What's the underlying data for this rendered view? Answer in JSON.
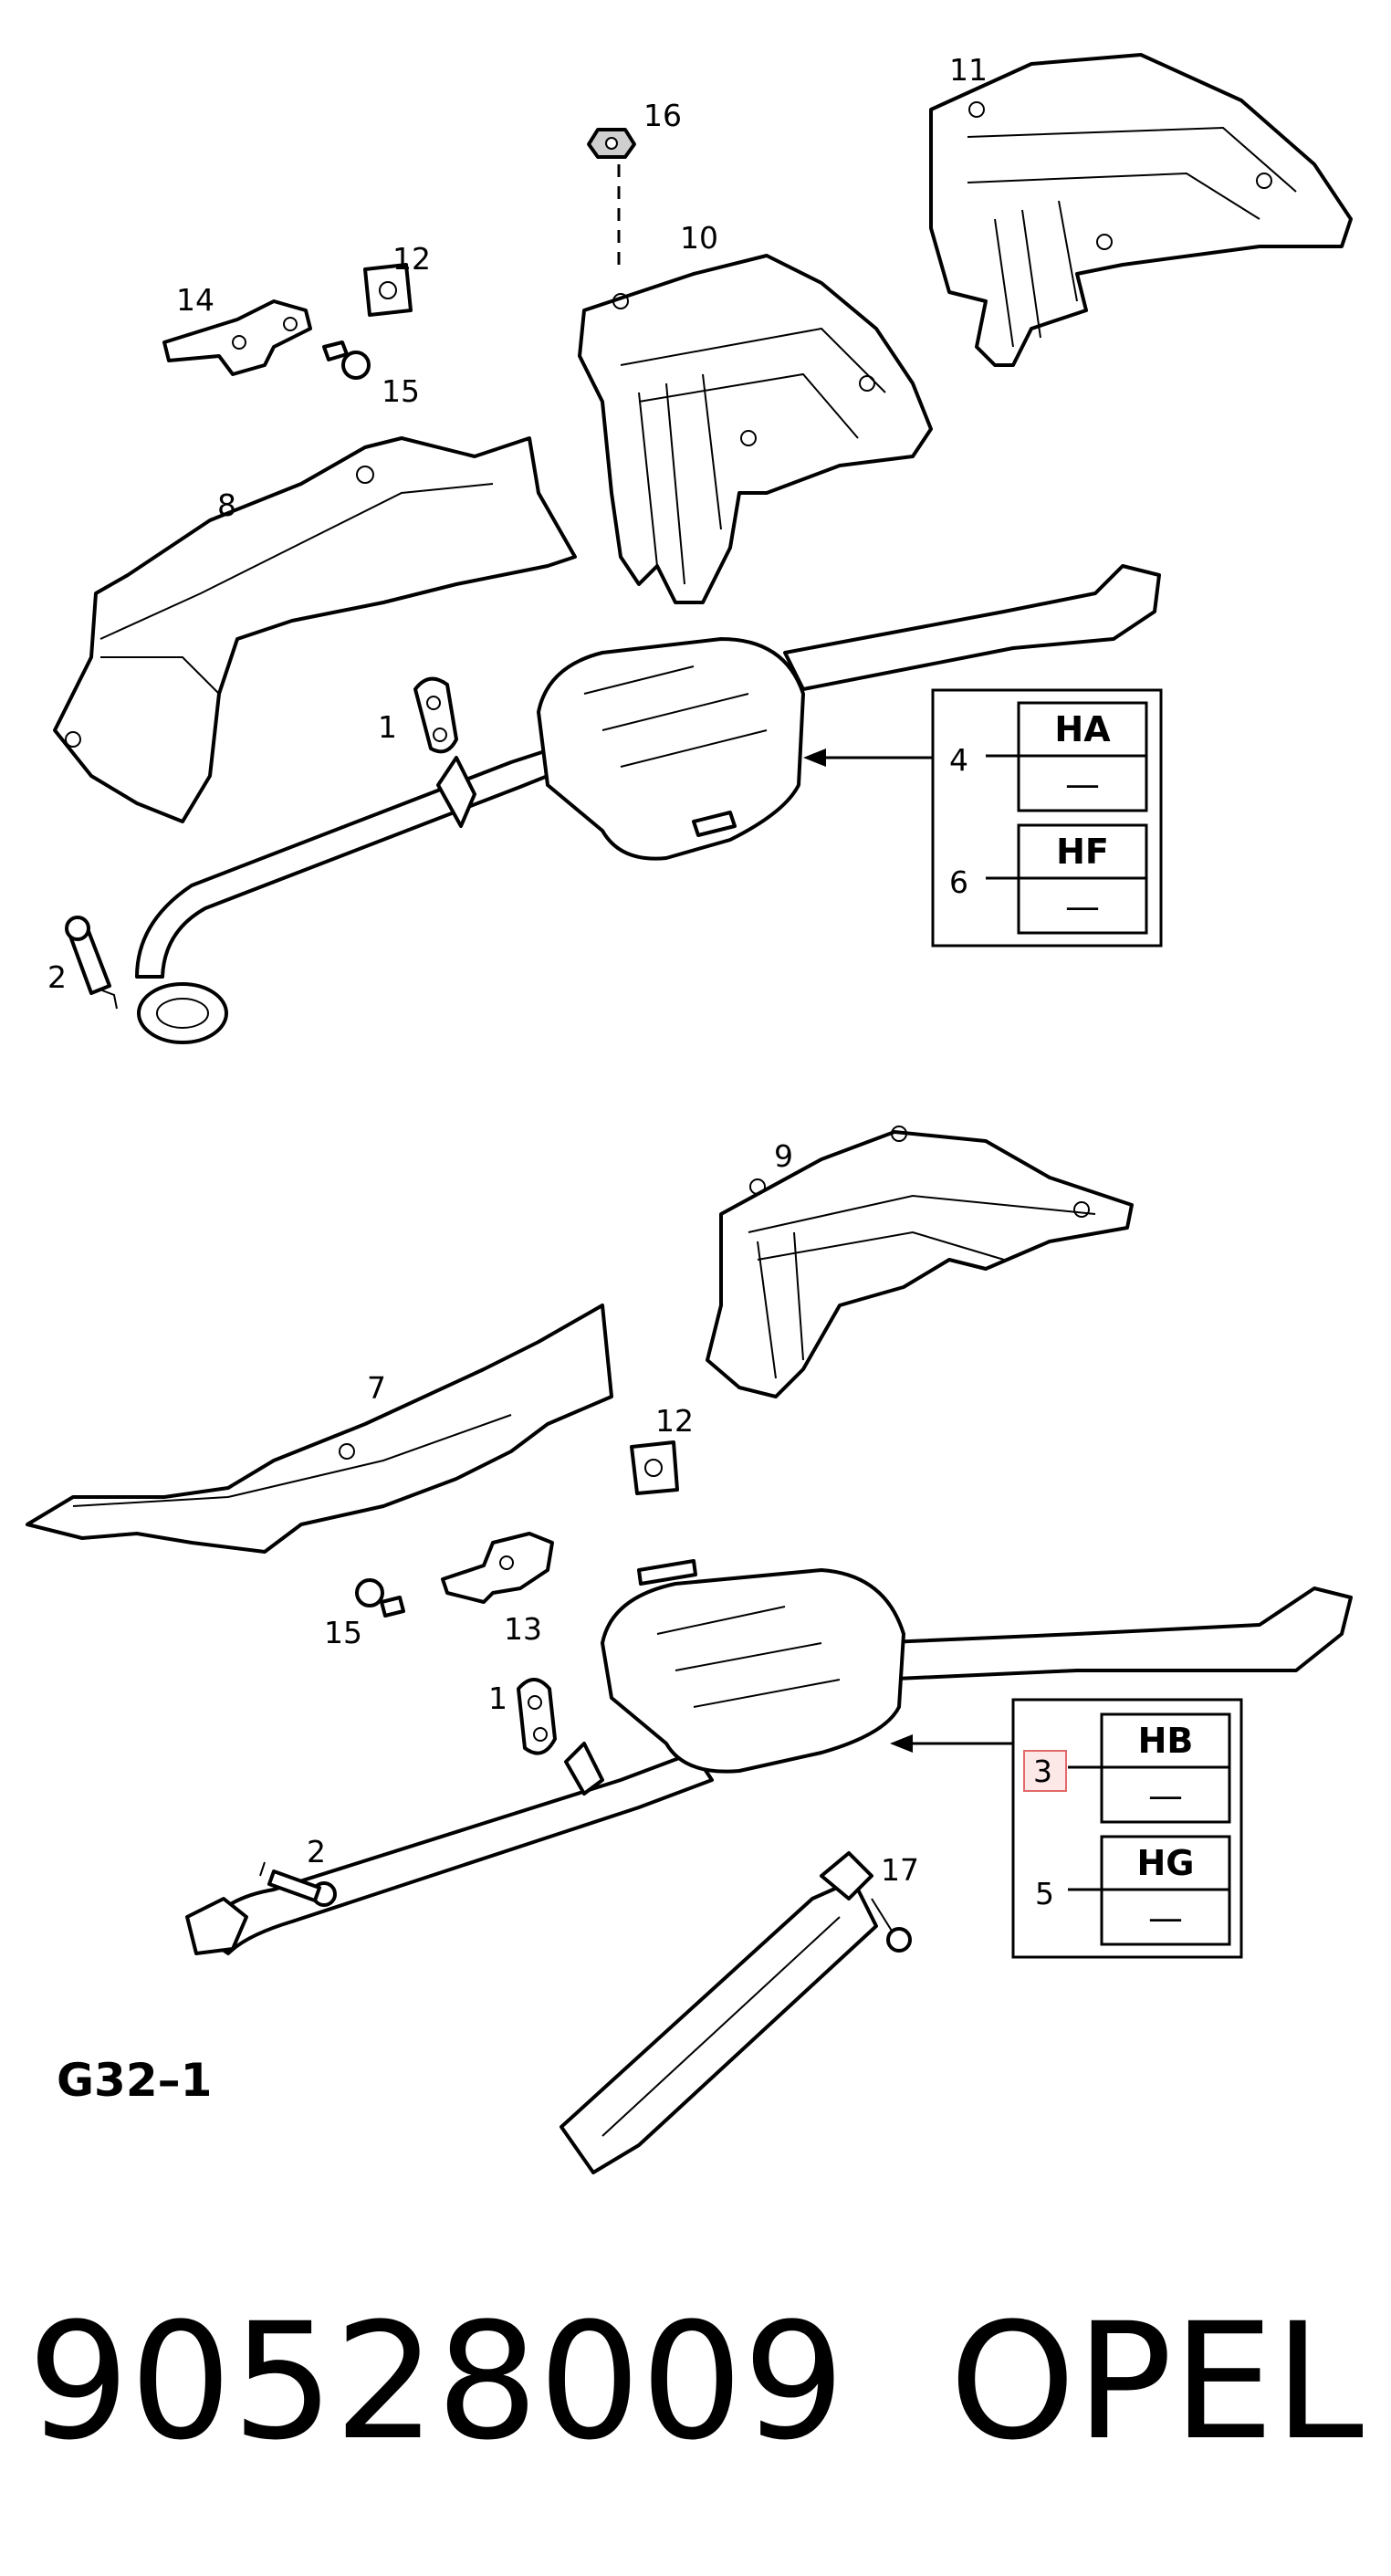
{
  "callouts": {
    "c1_top": "1",
    "c2_top": "2",
    "c4": "4",
    "c6": "6",
    "c8": "8",
    "c10": "10",
    "c11": "11",
    "c12_top": "12",
    "c14": "14",
    "c15_top": "15",
    "c16": "16",
    "c9": "9",
    "c7": "7",
    "c12_bottom": "12",
    "c13": "13",
    "c15_bottom": "15",
    "c1_bottom": "1",
    "c2_bottom": "2",
    "c3": "3",
    "c5": "5",
    "c17": "17"
  },
  "variant_boxes": {
    "top": [
      {
        "code": "HA",
        "value": "—"
      },
      {
        "code": "HF",
        "value": "—"
      }
    ],
    "bottom": [
      {
        "code": "HB",
        "value": "—"
      },
      {
        "code": "HG",
        "value": "—"
      }
    ]
  },
  "figure_label": "G32–1",
  "part_number": "90528009",
  "brand": "OPEL"
}
